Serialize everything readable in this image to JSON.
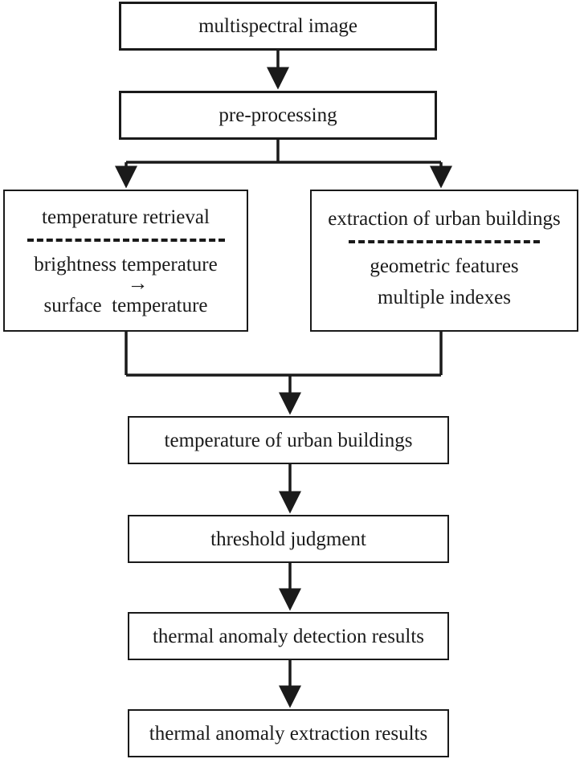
{
  "colors": {
    "stroke": "#1a1a1a",
    "background": "#ffffff"
  },
  "nodes": {
    "multispectral_image": "multispectral image",
    "pre_processing": "pre-processing",
    "temperature_retrieval": {
      "title": "temperature retrieval",
      "line1": "brightness temperature",
      "arrow": "→",
      "line2": "surface  temperature"
    },
    "extraction_of_buildings": {
      "title": "extraction of urban buildings",
      "line1": "geometric features",
      "line2": "multiple indexes"
    },
    "temperature_of_buildings": "temperature of urban buildings",
    "threshold_judgment": "threshold judgment",
    "detection_results": "thermal anomaly detection results",
    "extraction_results": "thermal anomaly extraction results"
  }
}
